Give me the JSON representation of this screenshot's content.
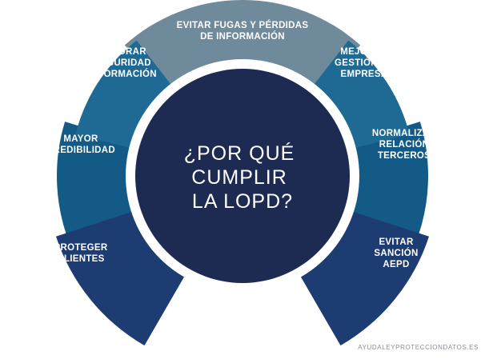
{
  "center": {
    "title_lines": [
      "¿POR QUÉ",
      "CUMPLIR",
      "LA LOPD?"
    ],
    "color": "#1d2b52"
  },
  "ring_color": "#ffffff",
  "segments": [
    {
      "id": "evitar-fugas",
      "lines": [
        "EVITAR FUGAS Y PÉRDIDAS",
        "DE INFORMACIÓN"
      ],
      "color": "#6f8a9a"
    },
    {
      "id": "mejorar-gestion",
      "lines": [
        "MEJORAR",
        "GESTIÓN DE",
        "EMPRESA"
      ],
      "color": "#1f6a94"
    },
    {
      "id": "normalizar-relacion",
      "lines": [
        "NORMALIZAR",
        "RELACIÓN",
        "TERCEROS"
      ],
      "color": "#145a86"
    },
    {
      "id": "evitar-sancion",
      "lines": [
        "EVITAR",
        "SANCIÓN",
        "AEPD"
      ],
      "color": "#1d3d72"
    },
    {
      "id": "proteger-clientes",
      "lines": [
        "PROTEGER",
        "CLIENTES"
      ],
      "color": "#1d3d72"
    },
    {
      "id": "mayor-credibilidad",
      "lines": [
        "MAYOR",
        "CREDIBILIDAD"
      ],
      "color": "#145a86"
    },
    {
      "id": "mejorar-seguridad",
      "lines": [
        "MEJORAR",
        "SEGURIDAD",
        "INFORMACIÓN"
      ],
      "color": "#1f6a94"
    }
  ],
  "watermark": "AYUDALEYPROTECCIONDATOS.ES"
}
